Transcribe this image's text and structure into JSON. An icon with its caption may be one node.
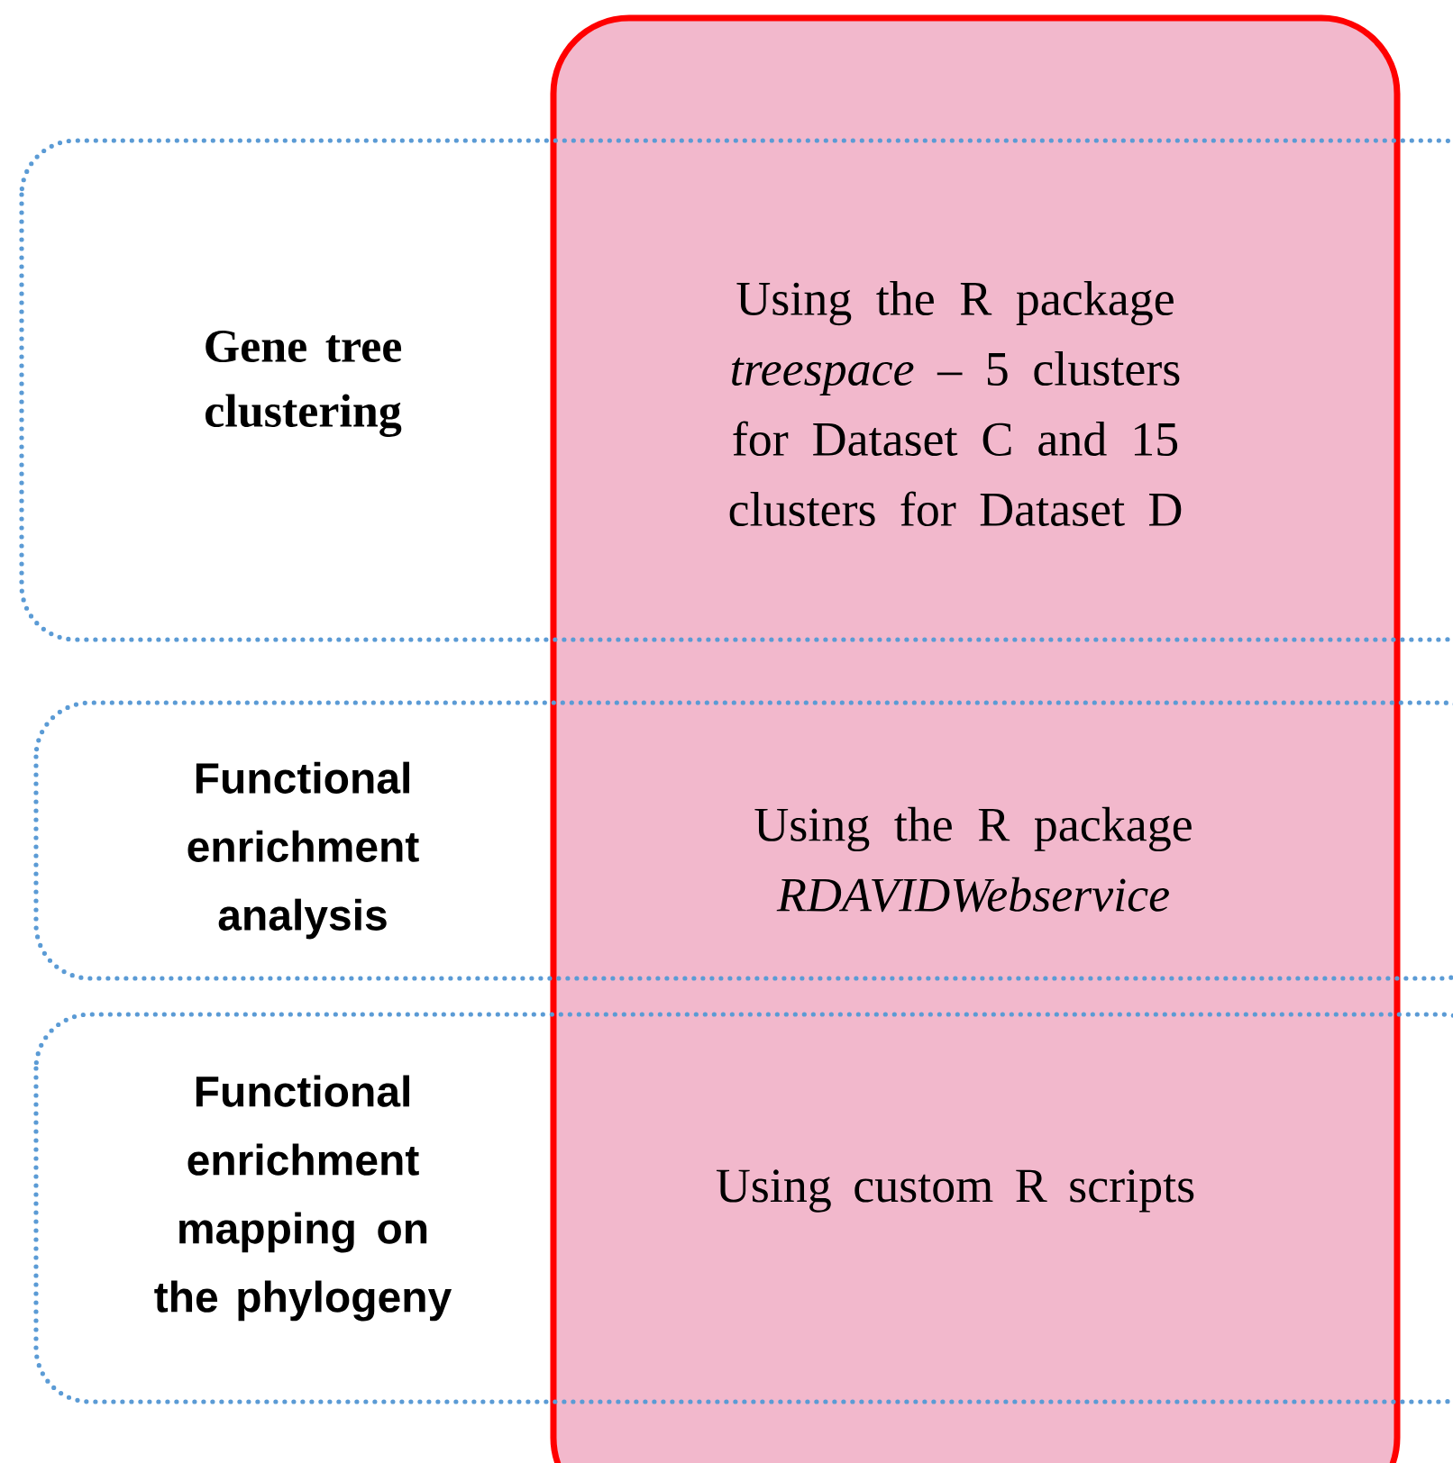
{
  "diagram": {
    "nodes": [
      {
        "text": [
          "Gene tree clustering",
          "Using the R package *treespace* – 5 clusters for Dataset C and 15 clusters for Dataset D"
        ]
      },
      {
        "text": [
          "Functional enrichment analysis",
          "Using the R package *RDAVIDWebservice*"
        ]
      },
      {
        "text": [
          "Functional enrichment mapping on the phylogeny",
          "Using custom R scripts"
        ]
      },
      {
        "text": [],
        "shape": "box"
      }
    ]
  }
}
